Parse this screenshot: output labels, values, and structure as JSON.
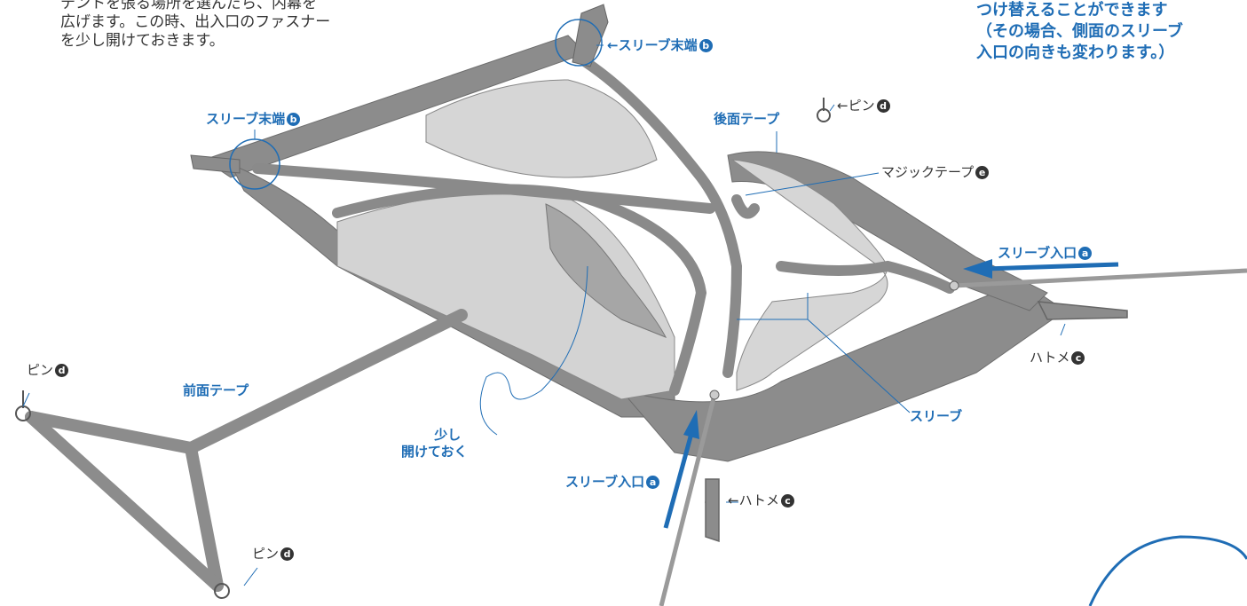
{
  "intro_text": {
    "line1": "テントを張る場所を選んだら、内幕を",
    "line2": "広げます。この時、出入口のファスナー",
    "line3": "を少し開けておきます。"
  },
  "side_note": {
    "line1": "つけ替えることができます",
    "line2": "（その場合、側面のスリーブ",
    "line3": "入口の向きも変わります。）"
  },
  "labels": {
    "sleeve_end_top": "スリーブ末端",
    "sleeve_end_left": "スリーブ末端",
    "back_tape": "後面テープ",
    "pin_top_right": "ピン",
    "magic_tape": "マジックテープ",
    "sleeve_entry_right": "スリーブ入口",
    "eyelet_right": "ハトメ",
    "sleeve": "スリーブ",
    "pin_left": "ピン",
    "front_tape": "前面テープ",
    "slightly_open_line1": "少し",
    "slightly_open_line2": "開けておく",
    "sleeve_entry_bottom": "スリーブ入口",
    "eyelet_bottom": "ハトメ",
    "pin_bottom": "ピン"
  },
  "badges": {
    "a": "a",
    "b": "b",
    "c": "c",
    "d": "d",
    "e": "e"
  },
  "colors": {
    "accent_blue": "#1f6db5",
    "tape_gray": "#8a8a8a",
    "fabric_light": "#d4d4d4",
    "fabric_mid": "#a8a8a8",
    "text_dark": "#333333"
  }
}
